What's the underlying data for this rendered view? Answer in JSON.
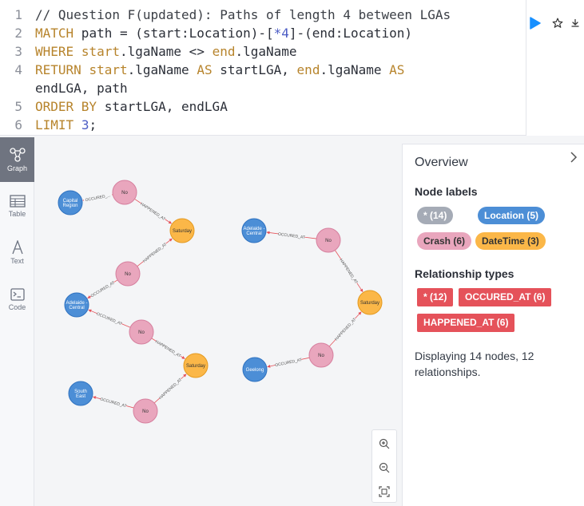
{
  "editor": {
    "lines": [
      {
        "n": "1",
        "segs": [
          {
            "t": "// Question F(updated): Paths of length 4 between LGAs",
            "c": "cm"
          }
        ]
      },
      {
        "n": "2",
        "segs": [
          {
            "t": "MATCH",
            "c": "kw"
          },
          {
            "t": " path = (start:Location)-[",
            "c": "op"
          },
          {
            "t": "*4",
            "c": "num"
          },
          {
            "t": "]-(end:Location)",
            "c": "op"
          }
        ]
      },
      {
        "n": "3",
        "segs": [
          {
            "t": "WHERE",
            "c": "kw"
          },
          {
            "t": " ",
            "c": "op"
          },
          {
            "t": "start",
            "c": "kw"
          },
          {
            "t": ".lgaName <> ",
            "c": "op"
          },
          {
            "t": "end",
            "c": "kw"
          },
          {
            "t": ".lgaName",
            "c": "op"
          }
        ]
      },
      {
        "n": "4",
        "segs": [
          {
            "t": "RETURN",
            "c": "kw"
          },
          {
            "t": " ",
            "c": "op"
          },
          {
            "t": "start",
            "c": "kw"
          },
          {
            "t": ".lgaName ",
            "c": "op"
          },
          {
            "t": "AS",
            "c": "kw"
          },
          {
            "t": " startLGA, ",
            "c": "op"
          },
          {
            "t": "end",
            "c": "kw"
          },
          {
            "t": ".lgaName ",
            "c": "op"
          },
          {
            "t": "AS",
            "c": "kw"
          }
        ]
      },
      {
        "n": "",
        "segs": [
          {
            "t": "endLGA, path",
            "c": "op"
          }
        ]
      },
      {
        "n": "5",
        "segs": [
          {
            "t": "ORDER BY",
            "c": "kw"
          },
          {
            "t": " startLGA, endLGA",
            "c": "op"
          }
        ]
      },
      {
        "n": "6",
        "segs": [
          {
            "t": "LIMIT",
            "c": "kw"
          },
          {
            "t": " ",
            "c": "op"
          },
          {
            "t": "3",
            "c": "num"
          },
          {
            "t": ";",
            "c": "op"
          }
        ]
      }
    ]
  },
  "toolbar": {
    "run_icon": "play-icon",
    "favorite_icon": "star-icon",
    "download_icon": "download-icon"
  },
  "rail": {
    "items": [
      {
        "key": "graph",
        "label": "Graph",
        "icon": "graph-icon",
        "active": true
      },
      {
        "key": "table",
        "label": "Table",
        "icon": "table-icon",
        "active": false
      },
      {
        "key": "text",
        "label": "Text",
        "icon": "text-icon",
        "active": false
      },
      {
        "key": "code",
        "label": "Code",
        "icon": "code-icon",
        "active": false
      }
    ]
  },
  "graph": {
    "colors": {
      "location": "#4c8ed6",
      "crash": "#e9a6bd",
      "datetime": "#fbb748"
    },
    "nodes": [
      {
        "id": "cap",
        "type": "location",
        "lines": [
          "Capital",
          "Region"
        ]
      },
      {
        "id": "no1",
        "type": "crash",
        "lines": [
          "No"
        ]
      },
      {
        "id": "sat1",
        "type": "datetime",
        "lines": [
          "Saturday"
        ]
      },
      {
        "id": "no2",
        "type": "crash",
        "lines": [
          "No"
        ]
      },
      {
        "id": "ade1",
        "type": "location",
        "lines": [
          "Adelaide -",
          "Central"
        ]
      },
      {
        "id": "no3",
        "type": "crash",
        "lines": [
          "No"
        ]
      },
      {
        "id": "sat2",
        "type": "datetime",
        "lines": [
          "Saturday"
        ]
      },
      {
        "id": "se",
        "type": "location",
        "lines": [
          "South",
          "East"
        ]
      },
      {
        "id": "no4",
        "type": "crash",
        "lines": [
          "No"
        ]
      },
      {
        "id": "ade2",
        "type": "location",
        "lines": [
          "Adelaide -",
          "Central"
        ]
      },
      {
        "id": "no5",
        "type": "crash",
        "lines": [
          "No"
        ]
      },
      {
        "id": "sat3",
        "type": "datetime",
        "lines": [
          "Saturday"
        ]
      },
      {
        "id": "no6",
        "type": "crash",
        "lines": [
          "No"
        ]
      },
      {
        "id": "gee",
        "type": "location",
        "lines": [
          "Geelong"
        ]
      }
    ],
    "rels": [
      {
        "from": "no1",
        "to": "cap",
        "label": "OCCURED_..."
      },
      {
        "from": "no1",
        "to": "sat1",
        "label": "HAPPENED_AT"
      },
      {
        "from": "no2",
        "to": "sat1",
        "label": "HAPPENED_AT"
      },
      {
        "from": "no2",
        "to": "ade1",
        "label": "OCCURED_AT"
      },
      {
        "from": "no3",
        "to": "ade1",
        "label": "OCCURED_AT"
      },
      {
        "from": "no3",
        "to": "sat2",
        "label": "HAPPENED_AT"
      },
      {
        "from": "no4",
        "to": "sat2",
        "label": "HAPPENED_AT"
      },
      {
        "from": "no4",
        "to": "se",
        "label": "OCCURED_AT"
      },
      {
        "from": "no5",
        "to": "ade2",
        "label": "OCCURED_AT"
      },
      {
        "from": "no5",
        "to": "sat3",
        "label": "HAPPENED_AT"
      },
      {
        "from": "no6",
        "to": "sat3",
        "label": "HAPPENED_AT"
      },
      {
        "from": "no6",
        "to": "gee",
        "label": "OCCURED_AT"
      }
    ]
  },
  "zoom": {
    "zoom_in_icon": "zoom-in-icon",
    "zoom_out_icon": "zoom-out-icon",
    "fit_icon": "fit-to-screen-icon"
  },
  "overview": {
    "title": "Overview",
    "node_labels_heading": "Node labels",
    "node_labels": [
      {
        "text": "* (14)",
        "bg": "#a5abb6",
        "fg": "#ffffff"
      },
      {
        "text": "Location (5)",
        "bg": "#4c8ed6",
        "fg": "#ffffff"
      },
      {
        "text": "Crash (6)",
        "bg": "#e9a6bd",
        "fg": "#333333"
      },
      {
        "text": "DateTime (3)",
        "bg": "#fbb748",
        "fg": "#333333"
      }
    ],
    "rel_types_heading": "Relationship types",
    "rel_types": [
      {
        "text": "* (12)"
      },
      {
        "text": "OCCURED_AT (6)"
      },
      {
        "text": "HAPPENED_AT (6)"
      }
    ],
    "description": "Displaying 14 nodes, 12 relationships."
  }
}
